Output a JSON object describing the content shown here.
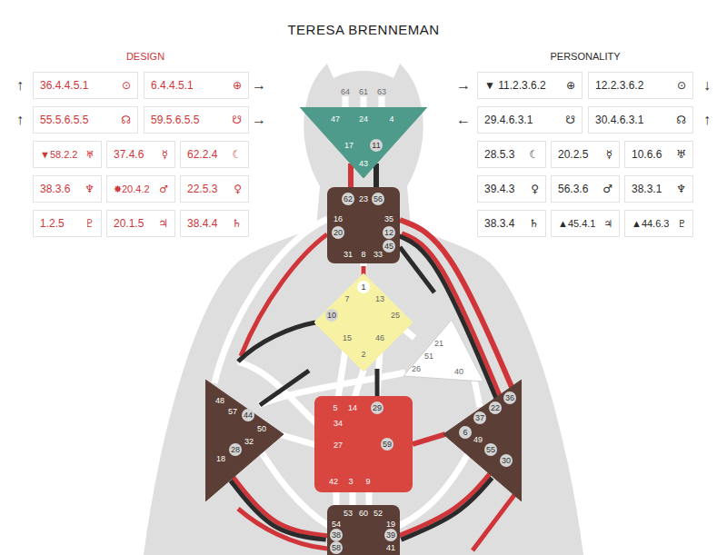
{
  "diagram": {
    "title": "TERESA BRENNEMAN",
    "nodes": [
      {
        "text": [
          "36.4.4.5.1",
          "⊙"
        ]
      },
      {
        "text": [
          "6.4.4.5.1",
          "⊕"
        ]
      },
      {
        "text": [
          "55.5.6.5.5",
          "☊"
        ]
      },
      {
        "text": [
          "59.5.6.5.5",
          "☋"
        ]
      },
      {
        "text": [
          "▼58.2.2",
          "♅"
        ]
      },
      {
        "text": [
          "37.4.6",
          "☿"
        ]
      },
      {
        "text": [
          "62.2.4",
          "☾"
        ]
      },
      {
        "text": [
          "38.3.6",
          "♆"
        ]
      },
      {
        "text": [
          "✸20.4.2",
          "♂"
        ]
      },
      {
        "text": [
          "22.5.3",
          "♀"
        ]
      },
      {
        "text": [
          "1.2.5",
          "♇"
        ]
      },
      {
        "text": [
          "20.1.5",
          "♃"
        ]
      },
      {
        "text": [
          "38.4.4",
          "♄"
        ]
      },
      {
        "text": [
          "▼ 11.2.3.6.2",
          "⊕"
        ]
      },
      {
        "text": [
          "12.2.3.6.2",
          "⊙"
        ]
      },
      {
        "text": [
          "29.4.6.3.1",
          "☋"
        ]
      },
      {
        "text": [
          "30.4.6.3.1",
          "☊"
        ]
      },
      {
        "text": [
          "28.5.3",
          "☾"
        ]
      },
      {
        "text": [
          "20.2.5",
          "☿"
        ]
      },
      {
        "text": [
          "10.6.6",
          "♅"
        ]
      },
      {
        "text": [
          "39.4.3",
          "♀"
        ]
      },
      {
        "text": [
          "56.3.6",
          "♂"
        ]
      },
      {
        "text": [
          "38.3.1",
          "♆"
        ]
      },
      {
        "text": [
          "38.3.4",
          "♄"
        ]
      },
      {
        "text": [
          "▲45.4.1",
          "♃"
        ]
      },
      {
        "text": [
          "▲44.6.3",
          "♇"
        ]
      },
      {
        "text": [
          "64",
          "61",
          "63"
        ]
      },
      {
        "text": [
          "47",
          "24",
          "4",
          "17",
          "11",
          "43"
        ]
      },
      {
        "text": [
          "62",
          "23",
          "56",
          "16",
          "35",
          "20",
          "12",
          "45",
          "31",
          "8",
          "33"
        ]
      },
      {
        "text": [
          "1",
          "7",
          "13",
          "10",
          "25",
          "15",
          "46",
          "2"
        ]
      },
      {
        "text": [
          "21",
          "51",
          "26",
          "40"
        ]
      },
      {
        "text": [
          "5",
          "14",
          "29",
          "34",
          "27",
          "59",
          "42",
          "3",
          "9"
        ]
      },
      {
        "text": [
          "48",
          "57",
          "44",
          "50",
          "32",
          "28",
          "18"
        ]
      },
      {
        "text": [
          "36",
          "22",
          "37",
          "6",
          "49",
          "55",
          "30"
        ]
      },
      {
        "text": [
          "53",
          "60",
          "52",
          "54",
          "19",
          "38",
          "39",
          "58",
          "41"
        ]
      }
    ],
    "edges": [
      {
        "from": 27,
        "to": 28,
        "arrow": "none"
      },
      {
        "from": 27,
        "to": 28,
        "arrow": "none"
      },
      {
        "from": 28,
        "to": 33,
        "arrow": "none"
      },
      {
        "from": 28,
        "to": 33,
        "arrow": "none"
      },
      {
        "from": 31,
        "to": 33,
        "arrow": "none"
      },
      {
        "from": 32,
        "to": 34,
        "arrow": "none"
      },
      {
        "from": 34,
        "to": 33,
        "arrow": "none"
      }
    ],
    "labels": [
      "DESIGN",
      "PERSONALITY",
      "↑",
      "→",
      "↑",
      "→",
      "→",
      "↓",
      "←",
      "↑"
    ]
  }
}
